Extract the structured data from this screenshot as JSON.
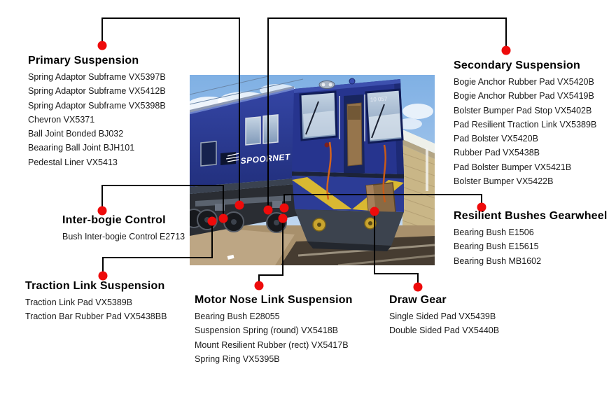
{
  "colors": {
    "callout_dot": "#ee0b0b",
    "callout_line": "#000000",
    "background": "#ffffff",
    "loco_blue": "#26348e",
    "loco_yellow": "#d9b832"
  },
  "photo": {
    "brand": "SPOORNET",
    "unit_number": "10 057"
  },
  "sections": {
    "primary": {
      "heading": "Primary Suspension",
      "items": [
        "Spring Adaptor Subframe VX5397B",
        "Spring Adaptor Subframe VX5412B",
        "Spring Adaptor Subframe VX5398B",
        "Chevron VX5371",
        "Ball Joint Bonded BJ032",
        "Beaaring Ball Joint BJH101",
        "Pedestal Liner VX5413"
      ]
    },
    "secondary": {
      "heading": "Secondary Suspension",
      "items": [
        "Bogie Anchor Rubber Pad VX5420B",
        "Bogie Anchor Rubber Pad VX5419B",
        "Bolster Bumper Pad Stop VX5402B",
        "Pad Resilient Traction Link VX5389B",
        "Pad Bolster VX5420B",
        "Rubber Pad VX5438B",
        "Pad Bolster Bumper VX5421B",
        "Bolster Bumper VX5422B"
      ]
    },
    "interbogie": {
      "heading": "Inter-bogie Control",
      "items": [
        "Bush Inter-bogie Control E2713"
      ]
    },
    "traction": {
      "heading": "Traction Link Suspension",
      "items": [
        "Traction Link Pad VX5389B",
        "Traction Bar Rubber Pad VX5438BB"
      ]
    },
    "motornose": {
      "heading": "Motor Nose Link Suspension",
      "items": [
        "Bearing Bush E28055",
        "Suspension Spring (round) VX5418B",
        "Mount Resilient Rubber (rect) VX5417B",
        "Spring Ring VX5395B"
      ]
    },
    "drawgear": {
      "heading": "Draw Gear",
      "items": [
        "Single Sided Pad VX5439B",
        "Double Sided Pad VX5440B"
      ]
    },
    "resilient": {
      "heading": "Resilient Bushes Gearwheel",
      "items": [
        "Bearing Bush E1506",
        "Bearing Bush E15615",
        "Bearing Bush MB1602"
      ]
    }
  }
}
